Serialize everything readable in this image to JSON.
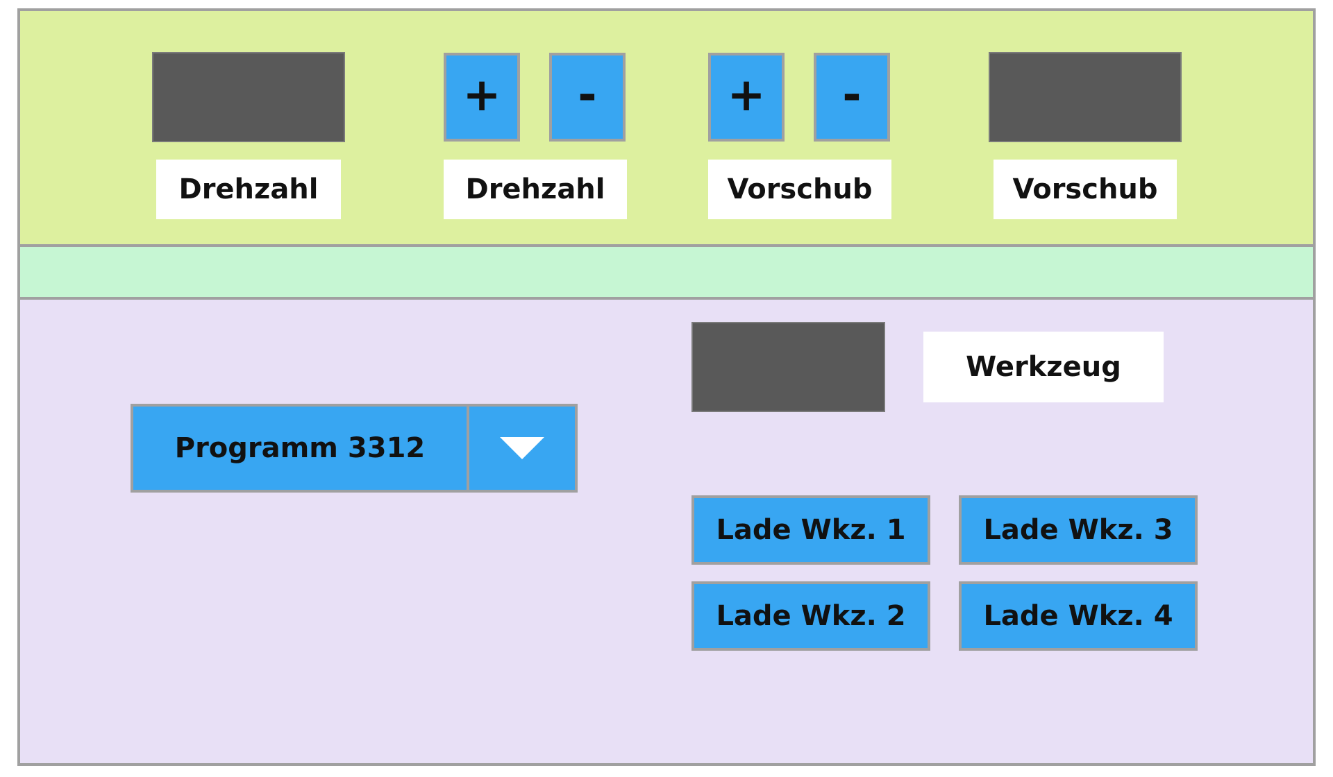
{
  "top": {
    "speed_display_label": "Drehzahl",
    "speed_adjust_label": "Drehzahl",
    "feed_adjust_label": "Vorschub",
    "feed_display_label": "Vorschub",
    "plus_symbol": "+",
    "minus_symbol": "-"
  },
  "program": {
    "selected": "Programm 3312"
  },
  "tool": {
    "label": "Werkzeug",
    "buttons": [
      "Lade Wkz. 1",
      "Lade Wkz. 2",
      "Lade Wkz. 3",
      "Lade Wkz. 4"
    ]
  },
  "colors": {
    "top_panel": "#ddf09f",
    "mid_band": "#c6f6d3",
    "bottom_panel": "#e8e0f6",
    "button": "#38a6f2",
    "display": "#595959",
    "border": "#a0a0a0"
  },
  "icons": {
    "dropdown": "chevron-down-icon"
  }
}
